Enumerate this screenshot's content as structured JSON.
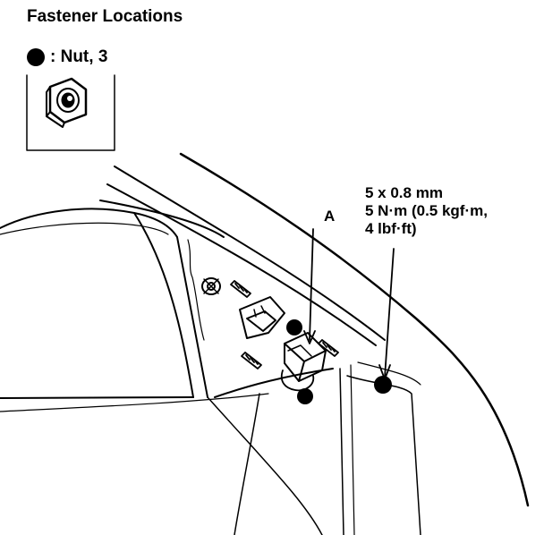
{
  "title": "Fastener Locations",
  "legend": {
    "symbol": "filled-circle",
    "label": ": Nut, 3"
  },
  "callout": "A",
  "spec": {
    "line1": "5 x 0.8 mm",
    "line2": "5 N·m (0.5 kgf·m,",
    "line3": "4 lbf·ft)"
  },
  "colors": {
    "ink": "#000000",
    "paper": "#ffffff"
  }
}
